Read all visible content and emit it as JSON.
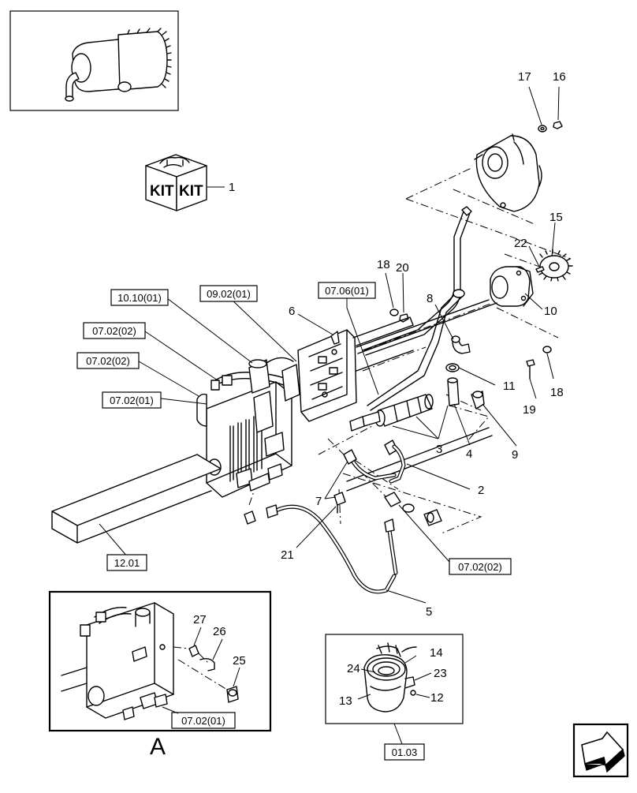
{
  "diagram": {
    "kit_labels": [
      "KIT",
      "KIT"
    ],
    "view_letter": "A",
    "callouts": [
      "1",
      "2",
      "3",
      "4",
      "5",
      "6",
      "7",
      "8",
      "9",
      "10",
      "11",
      "12",
      "13",
      "14",
      "15",
      "16",
      "17",
      "18",
      "18",
      "19",
      "20",
      "21",
      "22",
      "23",
      "24",
      "25",
      "26",
      "27"
    ],
    "references": [
      "10.10(01)",
      "09.02(01)",
      "07.06(01)",
      "07.02(02)",
      "07.02(02)",
      "07.02(01)",
      "12.01",
      "07.02(02)",
      "07.02(01)",
      "01.03"
    ]
  }
}
